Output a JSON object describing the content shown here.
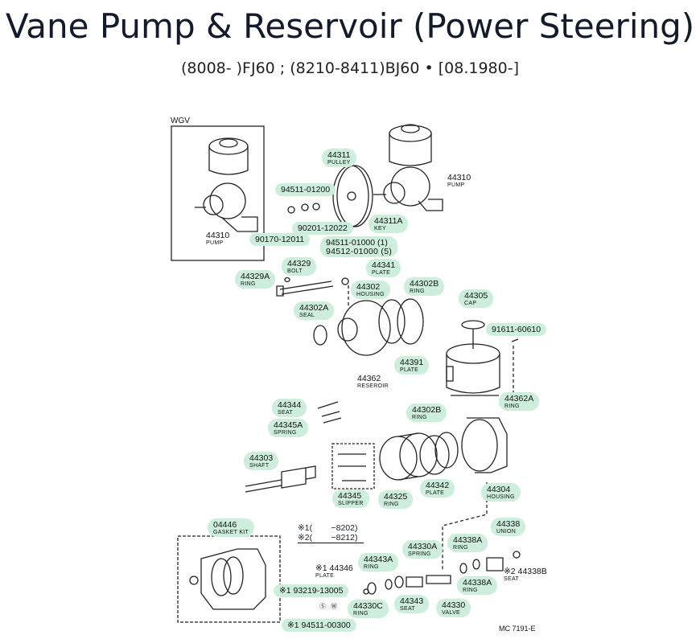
{
  "title": "Vane Pump & Reservoir (Power Steering)",
  "subtitle": "(8008- )FJ60 ; (8210-8411)BJ60 • [08.1980-]",
  "diagram": {
    "inset_label": "WGV",
    "figure_code": "MC 7191-E",
    "legend": [
      {
        "mark": "※1",
        "range": "(        −8202)"
      },
      {
        "mark": "※2",
        "range": "(        −8212)"
      }
    ],
    "callouts": [
      {
        "num": "44311",
        "name": "PULLEY",
        "pill": true
      },
      {
        "num": "44310",
        "name": "PUMP",
        "pill": false
      },
      {
        "num": "44310",
        "name": "PUMP",
        "pill": false
      },
      {
        "num": "94511-01200",
        "name": "",
        "pill": true
      },
      {
        "num": "90201-12022",
        "name": "",
        "pill": true
      },
      {
        "num": "90170-12011",
        "name": "",
        "pill": true
      },
      {
        "num": "94511-01000 (1)",
        "name": "94512-01000 (5)",
        "pill": true
      },
      {
        "num": "44311A",
        "name": "KEY",
        "pill": true
      },
      {
        "num": "44329",
        "name": "BOLT",
        "pill": true
      },
      {
        "num": "44329A",
        "name": "RING",
        "pill": true
      },
      {
        "num": "44341",
        "name": "PLATE",
        "pill": true
      },
      {
        "num": "44302",
        "name": "HOUSING",
        "pill": true
      },
      {
        "num": "44302B",
        "name": "RING",
        "pill": true
      },
      {
        "num": "44302A",
        "name": "SEAL",
        "pill": true
      },
      {
        "num": "44305",
        "name": "CAP",
        "pill": true
      },
      {
        "num": "91611-60610",
        "name": "",
        "pill": true
      },
      {
        "num": "44391",
        "name": "PLATE",
        "pill": true
      },
      {
        "num": "44362",
        "name": "RESEROIR",
        "pill": false
      },
      {
        "num": "44362A",
        "name": "RING",
        "pill": true
      },
      {
        "num": "44344",
        "name": "SEAT",
        "pill": true
      },
      {
        "num": "44345A",
        "name": "SPRING",
        "pill": true
      },
      {
        "num": "44302B",
        "name": "RING",
        "pill": true
      },
      {
        "num": "44303",
        "name": "SHAFT",
        "pill": true
      },
      {
        "num": "44345",
        "name": "SLIPPER",
        "pill": true
      },
      {
        "num": "44325",
        "name": "RING",
        "pill": true
      },
      {
        "num": "44342",
        "name": "PLATE",
        "pill": true
      },
      {
        "num": "44304",
        "name": "HOUSING",
        "pill": true
      },
      {
        "num": "04446",
        "name": "GASKET KIT",
        "pill": true
      },
      {
        "num": "44338",
        "name": "UNION",
        "pill": true
      },
      {
        "num": "44338A",
        "name": "RING",
        "pill": true
      },
      {
        "num": "44330A",
        "name": "SPRING",
        "pill": true
      },
      {
        "num": "44343A",
        "name": "RING",
        "pill": true
      },
      {
        "num": "※1 44346",
        "name": "PLATE",
        "pill": false
      },
      {
        "num": "※1 93219-13005",
        "name": "",
        "pill": true
      },
      {
        "num": "※2 44338B",
        "name": "SEAT",
        "pill": false
      },
      {
        "num": "44338A",
        "name": "RING",
        "pill": true
      },
      {
        "num": "44330",
        "name": "VALVE",
        "pill": true
      },
      {
        "num": "44343",
        "name": "SEAT",
        "pill": true
      },
      {
        "num": "44330C",
        "name": "RING",
        "pill": true
      },
      {
        "num": "※1 94511-00300",
        "name": "",
        "pill": true
      }
    ]
  }
}
